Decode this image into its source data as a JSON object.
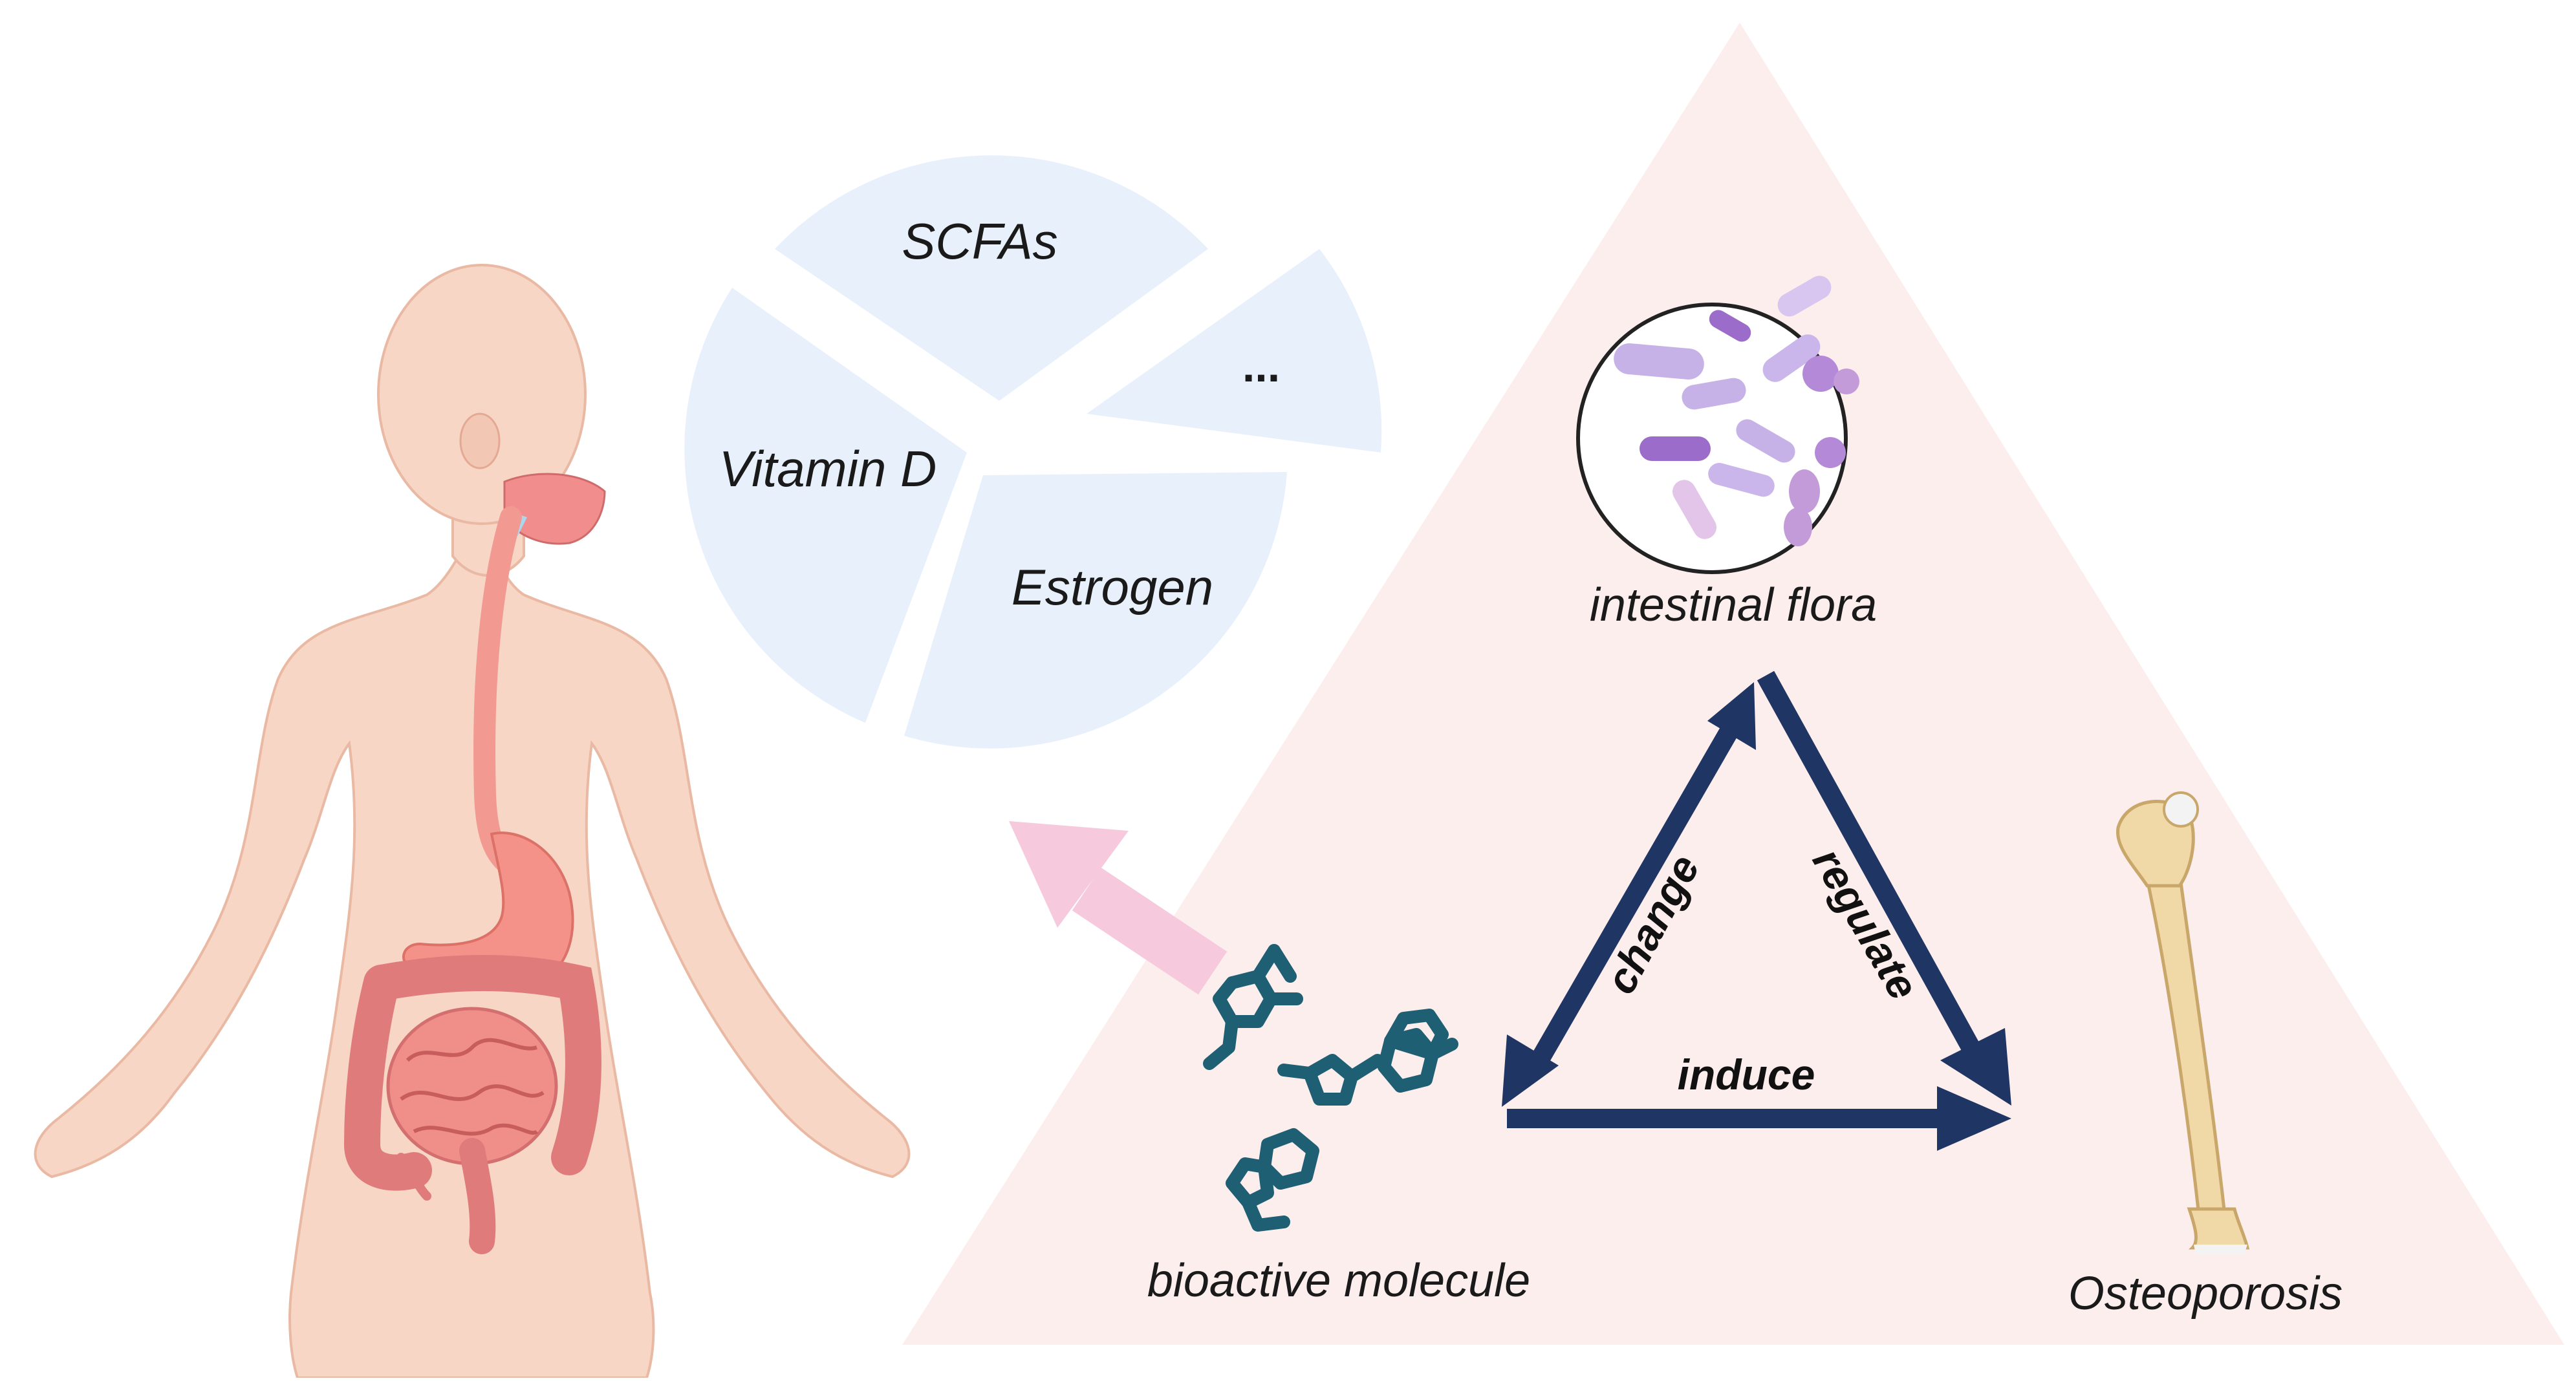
{
  "colors": {
    "triangle_bg": "#fdeeee",
    "pie_fill": "#e8f1fb",
    "body_skin": "#f7d6c6",
    "body_outline": "#e9b9a4",
    "gut_pink": "#f08f8a",
    "intestine_red": "#e07c7c",
    "arrow_navy": "#1f3563",
    "pointer_pink": "#f6c9dc",
    "molecule_teal": "#1e5f74",
    "bone": "#f0d9a6",
    "bacteria_purple": "#b48ad8"
  },
  "pie": {
    "segments": [
      "SCFAs",
      "Vitamin D",
      "Estrogen",
      "..."
    ]
  },
  "labels": {
    "flora": "intestinal flora",
    "molecule": "bioactive molecule",
    "osteoporosis": "Osteoporosis",
    "change": "change",
    "regulate": "regulate",
    "induce": "induce"
  },
  "icons": {
    "human": "human-digestive-system-icon",
    "flora": "bacteria-microscope-icon",
    "molecule": "chemical-molecule-icon",
    "bone": "femur-bone-icon"
  }
}
